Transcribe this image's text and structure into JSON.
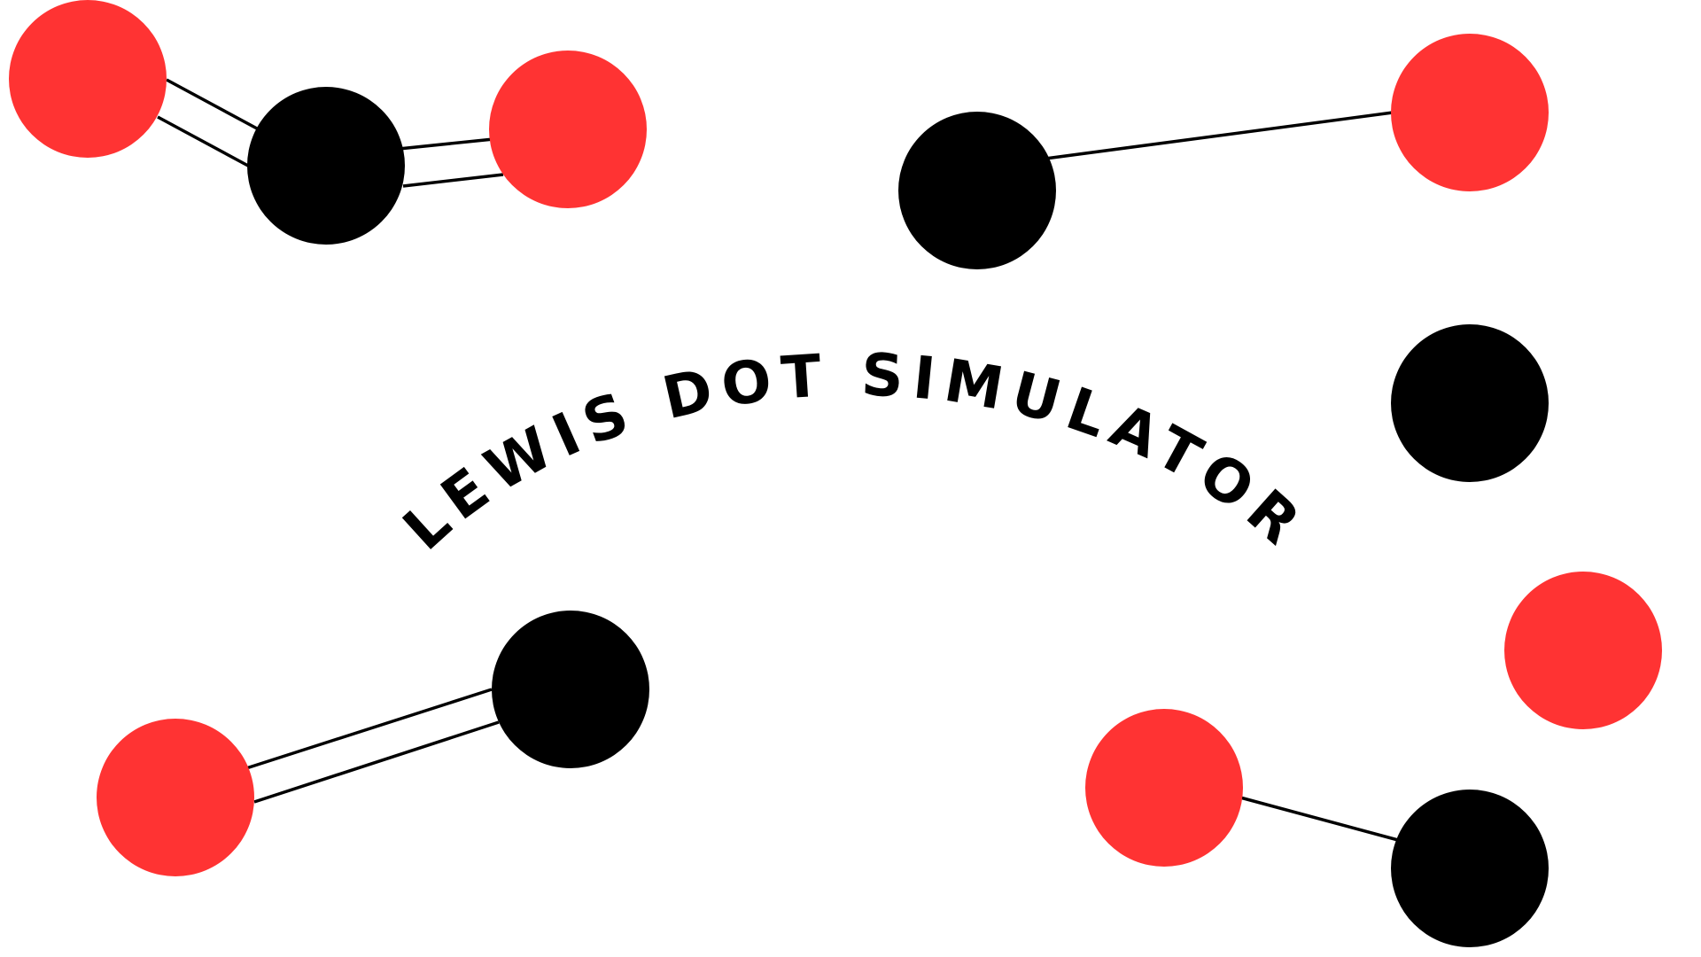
{
  "title": "LEWIS DOT SIMULATOR",
  "colors": {
    "background": "#ffffff",
    "oxygen_atom": "#ff3333",
    "carbon_atom": "#000000",
    "bond": "#000000",
    "title_text": "#000000"
  },
  "molecules": [
    {
      "name": "carbon-dioxide",
      "atoms": [
        "red",
        "black",
        "red"
      ],
      "bonds": [
        "double",
        "double"
      ]
    },
    {
      "name": "carbon-monoxide-a",
      "atoms": [
        "black",
        "red"
      ],
      "bonds": [
        "single"
      ]
    },
    {
      "name": "carbon-monoxide-b",
      "atoms": [
        "red",
        "black"
      ],
      "bonds": [
        "double"
      ]
    },
    {
      "name": "carbon-monoxide-c",
      "atoms": [
        "red",
        "black"
      ],
      "bonds": [
        "single"
      ]
    },
    {
      "name": "lone-carbon",
      "atoms": [
        "black"
      ],
      "bonds": []
    },
    {
      "name": "lone-oxygen",
      "atoms": [
        "red"
      ],
      "bonds": []
    }
  ]
}
